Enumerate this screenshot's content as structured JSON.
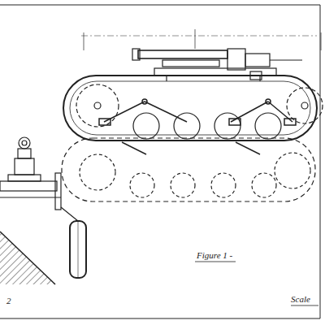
{
  "diagram": {
    "labels": [
      "Figure 1 -",
      "Scale",
      "2"
    ]
  }
}
